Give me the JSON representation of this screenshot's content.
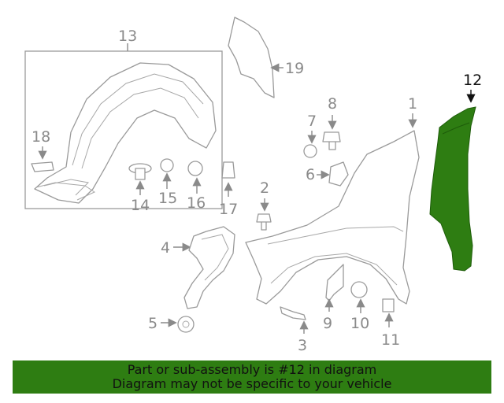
{
  "callouts": {
    "c1": "1",
    "c2": "2",
    "c3": "3",
    "c4": "4",
    "c5": "5",
    "c6": "6",
    "c7": "7",
    "c8": "8",
    "c9": "9",
    "c10": "10",
    "c11": "11",
    "c12": "12",
    "c13": "13",
    "c14": "14",
    "c15": "15",
    "c16": "16",
    "c17": "17",
    "c18": "18",
    "c19": "19"
  },
  "highlight_color": "#2e7d12",
  "banner": {
    "line1": "Part or sub-assembly is #12 in diagram",
    "line2": "Diagram may not be specific to your vehicle"
  }
}
